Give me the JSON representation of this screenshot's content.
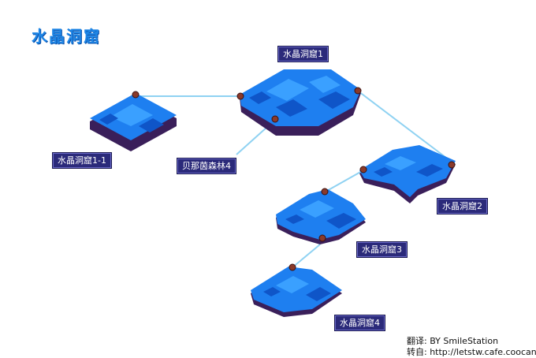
{
  "header": {
    "title": "水晶洞窟"
  },
  "areas": [
    {
      "id": "cave1",
      "label": "水晶洞窟1"
    },
    {
      "id": "cave1-1",
      "label": "水晶洞窟1-1"
    },
    {
      "id": "forest4",
      "label": "贝那茵森林4"
    },
    {
      "id": "cave2",
      "label": "水晶洞窟2"
    },
    {
      "id": "cave3",
      "label": "水晶洞窟3"
    },
    {
      "id": "cave4",
      "label": "水晶洞窟4"
    }
  ],
  "credits": {
    "translation": "翻译: BY SmileStation",
    "source": "转自: http://letstw.cafe.coocan.jp/"
  },
  "colors": {
    "floor": "#1e7ff0",
    "floor_highlight": "#3aa0ff",
    "floor_dark": "#0f55c8",
    "cliff": "#3a1f5a",
    "connector": "#8fd2f2",
    "marker": "#8a3a2a",
    "label_bg": "#2b2a7a"
  }
}
